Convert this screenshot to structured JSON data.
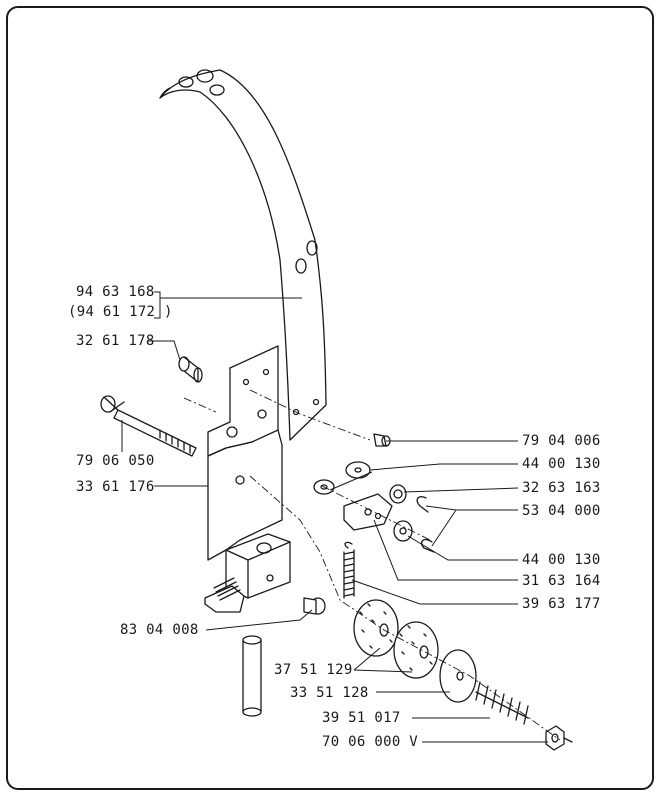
{
  "part_numbers": {
    "p_94_63_168": "94 63 168",
    "p_94_61_172": "(94 61 172 )",
    "p_32_61_178": "32 61 178",
    "p_79_06_050": "79 06 050",
    "p_33_61_176": "33 61 176",
    "p_83_04_008": "83 04 008",
    "p_79_04_006": "79 04 006",
    "p_44_00_130_top": "44 00 130",
    "p_32_63_163": "32 63 163",
    "p_53_04_000": "53 04 000",
    "p_44_00_130_bottom": "44 00 130",
    "p_31_63_164": "31 63 164",
    "p_39_63_177": "39 63 177",
    "p_37_51_129": "37 51 129",
    "p_33_51_128": "33 51 128",
    "p_39_51_017": "39 51 017",
    "p_70_06_000_V": "70 06 000 V"
  },
  "colors": {
    "ink": "#1a1a1a",
    "paper": "#ffffff"
  }
}
